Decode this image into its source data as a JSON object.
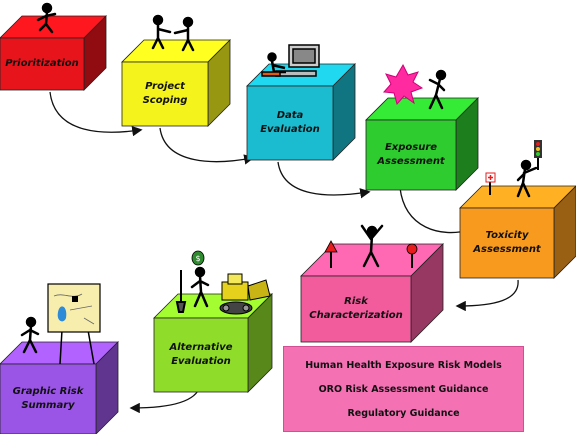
{
  "steps": [
    {
      "id": "prioritization",
      "label": "Prioritization",
      "color": "#e8141c"
    },
    {
      "id": "project-scoping",
      "label": "Project\nScoping",
      "color": "#f4f41c"
    },
    {
      "id": "data-evaluation",
      "label": "Data\nEvaluation",
      "color": "#1cbcd0"
    },
    {
      "id": "exposure-assessment",
      "label": "Exposure\nAssessment",
      "color": "#2ecc2e"
    },
    {
      "id": "toxicity-assessment",
      "label": "Toxicity\nAssessment",
      "color": "#f79a1e"
    },
    {
      "id": "risk-characterization",
      "label": "Risk\nCharacterization",
      "color": "#f25b9c"
    },
    {
      "id": "alternative-evaluation",
      "label": "Alternative\nEvaluation",
      "color": "#8fdc2a"
    },
    {
      "id": "graphic-risk-summary",
      "label": "Graphic Risk\nSummary",
      "color": "#9a55e6"
    }
  ],
  "guidance_links": [
    {
      "label": "Human Health Exposure Risk Models"
    },
    {
      "label": "ORO Risk Assessment Guidance"
    },
    {
      "label": "Regulatory Guidance"
    }
  ],
  "colors": {
    "legend_bg": "#f472b4",
    "arrow": "#111111"
  },
  "icons": [
    "stick-figure-icon",
    "computer-icon",
    "explosion-icon",
    "traffic-light-icon",
    "warning-sign-icon",
    "bulldozer-icon",
    "shovel-icon",
    "money-bag-icon",
    "map-icon"
  ]
}
